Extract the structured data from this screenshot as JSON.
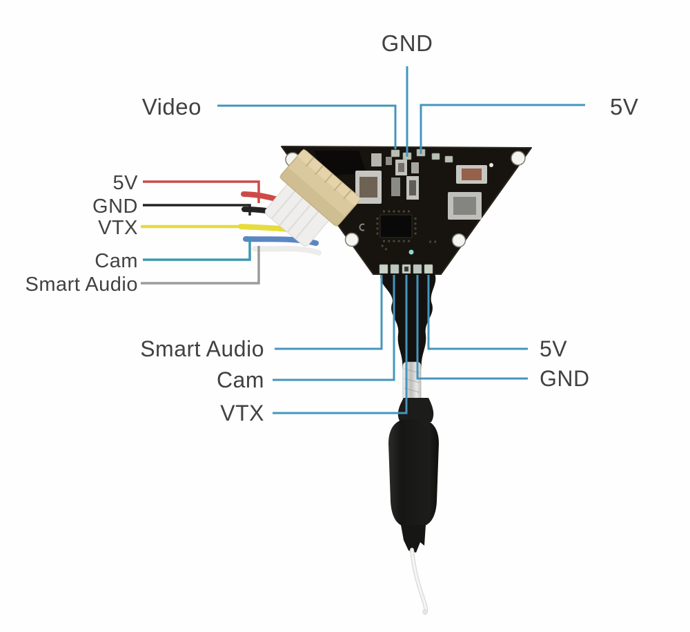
{
  "figure": {
    "kind": "vtx-module-pinout-diagram"
  },
  "labels": {
    "gnd_top": "GND",
    "video": "Video",
    "v5_top_right": "5V",
    "v5_left": "5V",
    "gnd_left": "GND",
    "vtx_left": "VTX",
    "cam_left": "Cam",
    "smart_audio_left": "Smart Audio",
    "smart_audio_bottom": "Smart Audio",
    "cam_bottom": "Cam",
    "vtx_bottom": "VTX",
    "v5_bottom_right": "5V",
    "gnd_bottom_right": "GND"
  },
  "colors": {
    "callout": "#4496bc",
    "wire_5v": "#cd4a48",
    "wire_gnd": "#232323",
    "wire_vtx": "#e6dc3c",
    "wire_cam": "#3e98b0",
    "wire_smart_audio": "#9b9b9b",
    "board": "#17140f",
    "connector": "#dac89e",
    "antenna": "#191917",
    "text": "#414141"
  }
}
